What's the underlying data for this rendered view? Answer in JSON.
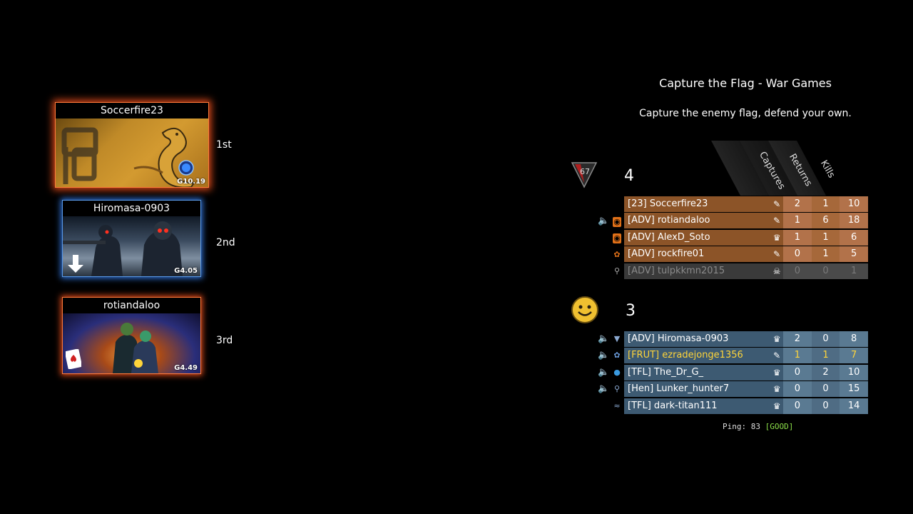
{
  "podium": [
    {
      "name": "Soccerfire23",
      "grade": "G10.19",
      "place": "1st"
    },
    {
      "name": "Hiromasa-0903",
      "grade": "G4.05",
      "place": "2nd"
    },
    {
      "name": "rotiandaloo",
      "grade": "G4.49",
      "place": "3rd"
    }
  ],
  "mode": {
    "title": "Capture the Flag - War Games",
    "description": "Capture the enemy flag, defend your own."
  },
  "columns": [
    "Captures",
    "Returns",
    "Kills"
  ],
  "teams": [
    {
      "score": "4",
      "color": "#8c5428",
      "players": [
        {
          "name": "[23] Soccerfire23",
          "captures": "2",
          "returns": "1",
          "kills": "10"
        },
        {
          "name": "[ADV] rotiandaloo",
          "captures": "1",
          "returns": "6",
          "kills": "18"
        },
        {
          "name": "[ADV] AlexD_Soto",
          "captures": "1",
          "returns": "1",
          "kills": "6"
        },
        {
          "name": "[ADV] rockfire01",
          "captures": "0",
          "returns": "1",
          "kills": "5"
        },
        {
          "name": "[ADV] tulpkkmn2015",
          "captures": "0",
          "returns": "0",
          "kills": "1"
        }
      ]
    },
    {
      "score": "3",
      "color": "#3d5a72",
      "players": [
        {
          "name": "[ADV] Hiromasa-0903",
          "captures": "2",
          "returns": "0",
          "kills": "8"
        },
        {
          "name": "[FRUT] ezradejonge1356",
          "captures": "1",
          "returns": "1",
          "kills": "7"
        },
        {
          "name": "[TFL] The_Dr_G_",
          "captures": "0",
          "returns": "2",
          "kills": "10"
        },
        {
          "name": "[Hen] Lunker_hunter7",
          "captures": "0",
          "returns": "0",
          "kills": "15"
        },
        {
          "name": "[TFL] dark-titan111",
          "captures": "0",
          "returns": "0",
          "kills": "14"
        }
      ]
    }
  ],
  "ping": {
    "label": "Ping: 83 ",
    "status": "[GOOD]"
  }
}
